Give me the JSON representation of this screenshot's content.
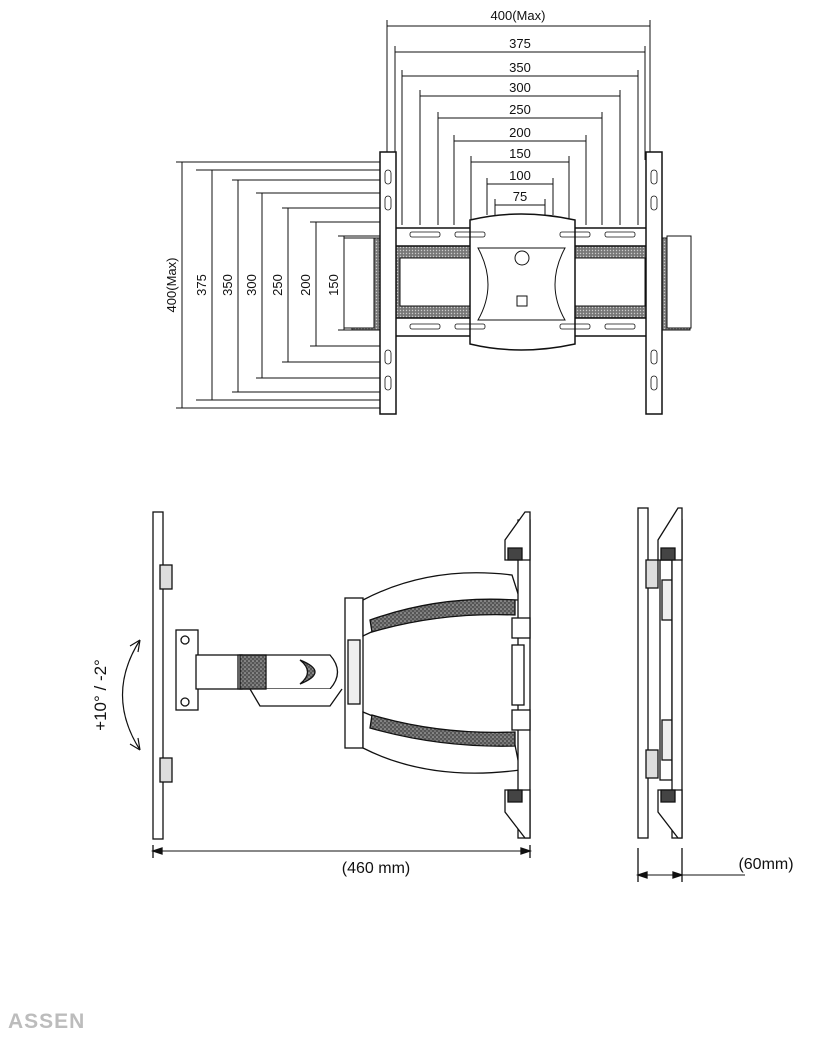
{
  "front_view": {
    "horizontal_dims": [
      "400(Max)",
      "375",
      "350",
      "300",
      "250",
      "200",
      "150",
      "100",
      "75"
    ],
    "vertical_dims": [
      "400(Max)",
      "375",
      "350",
      "300",
      "250",
      "200",
      "150"
    ]
  },
  "side_view": {
    "tilt_label": "+10° / -2°",
    "width_label": "(460 mm)"
  },
  "profile_view": {
    "depth_label": "(60mm)"
  },
  "brand": "ASSEN"
}
